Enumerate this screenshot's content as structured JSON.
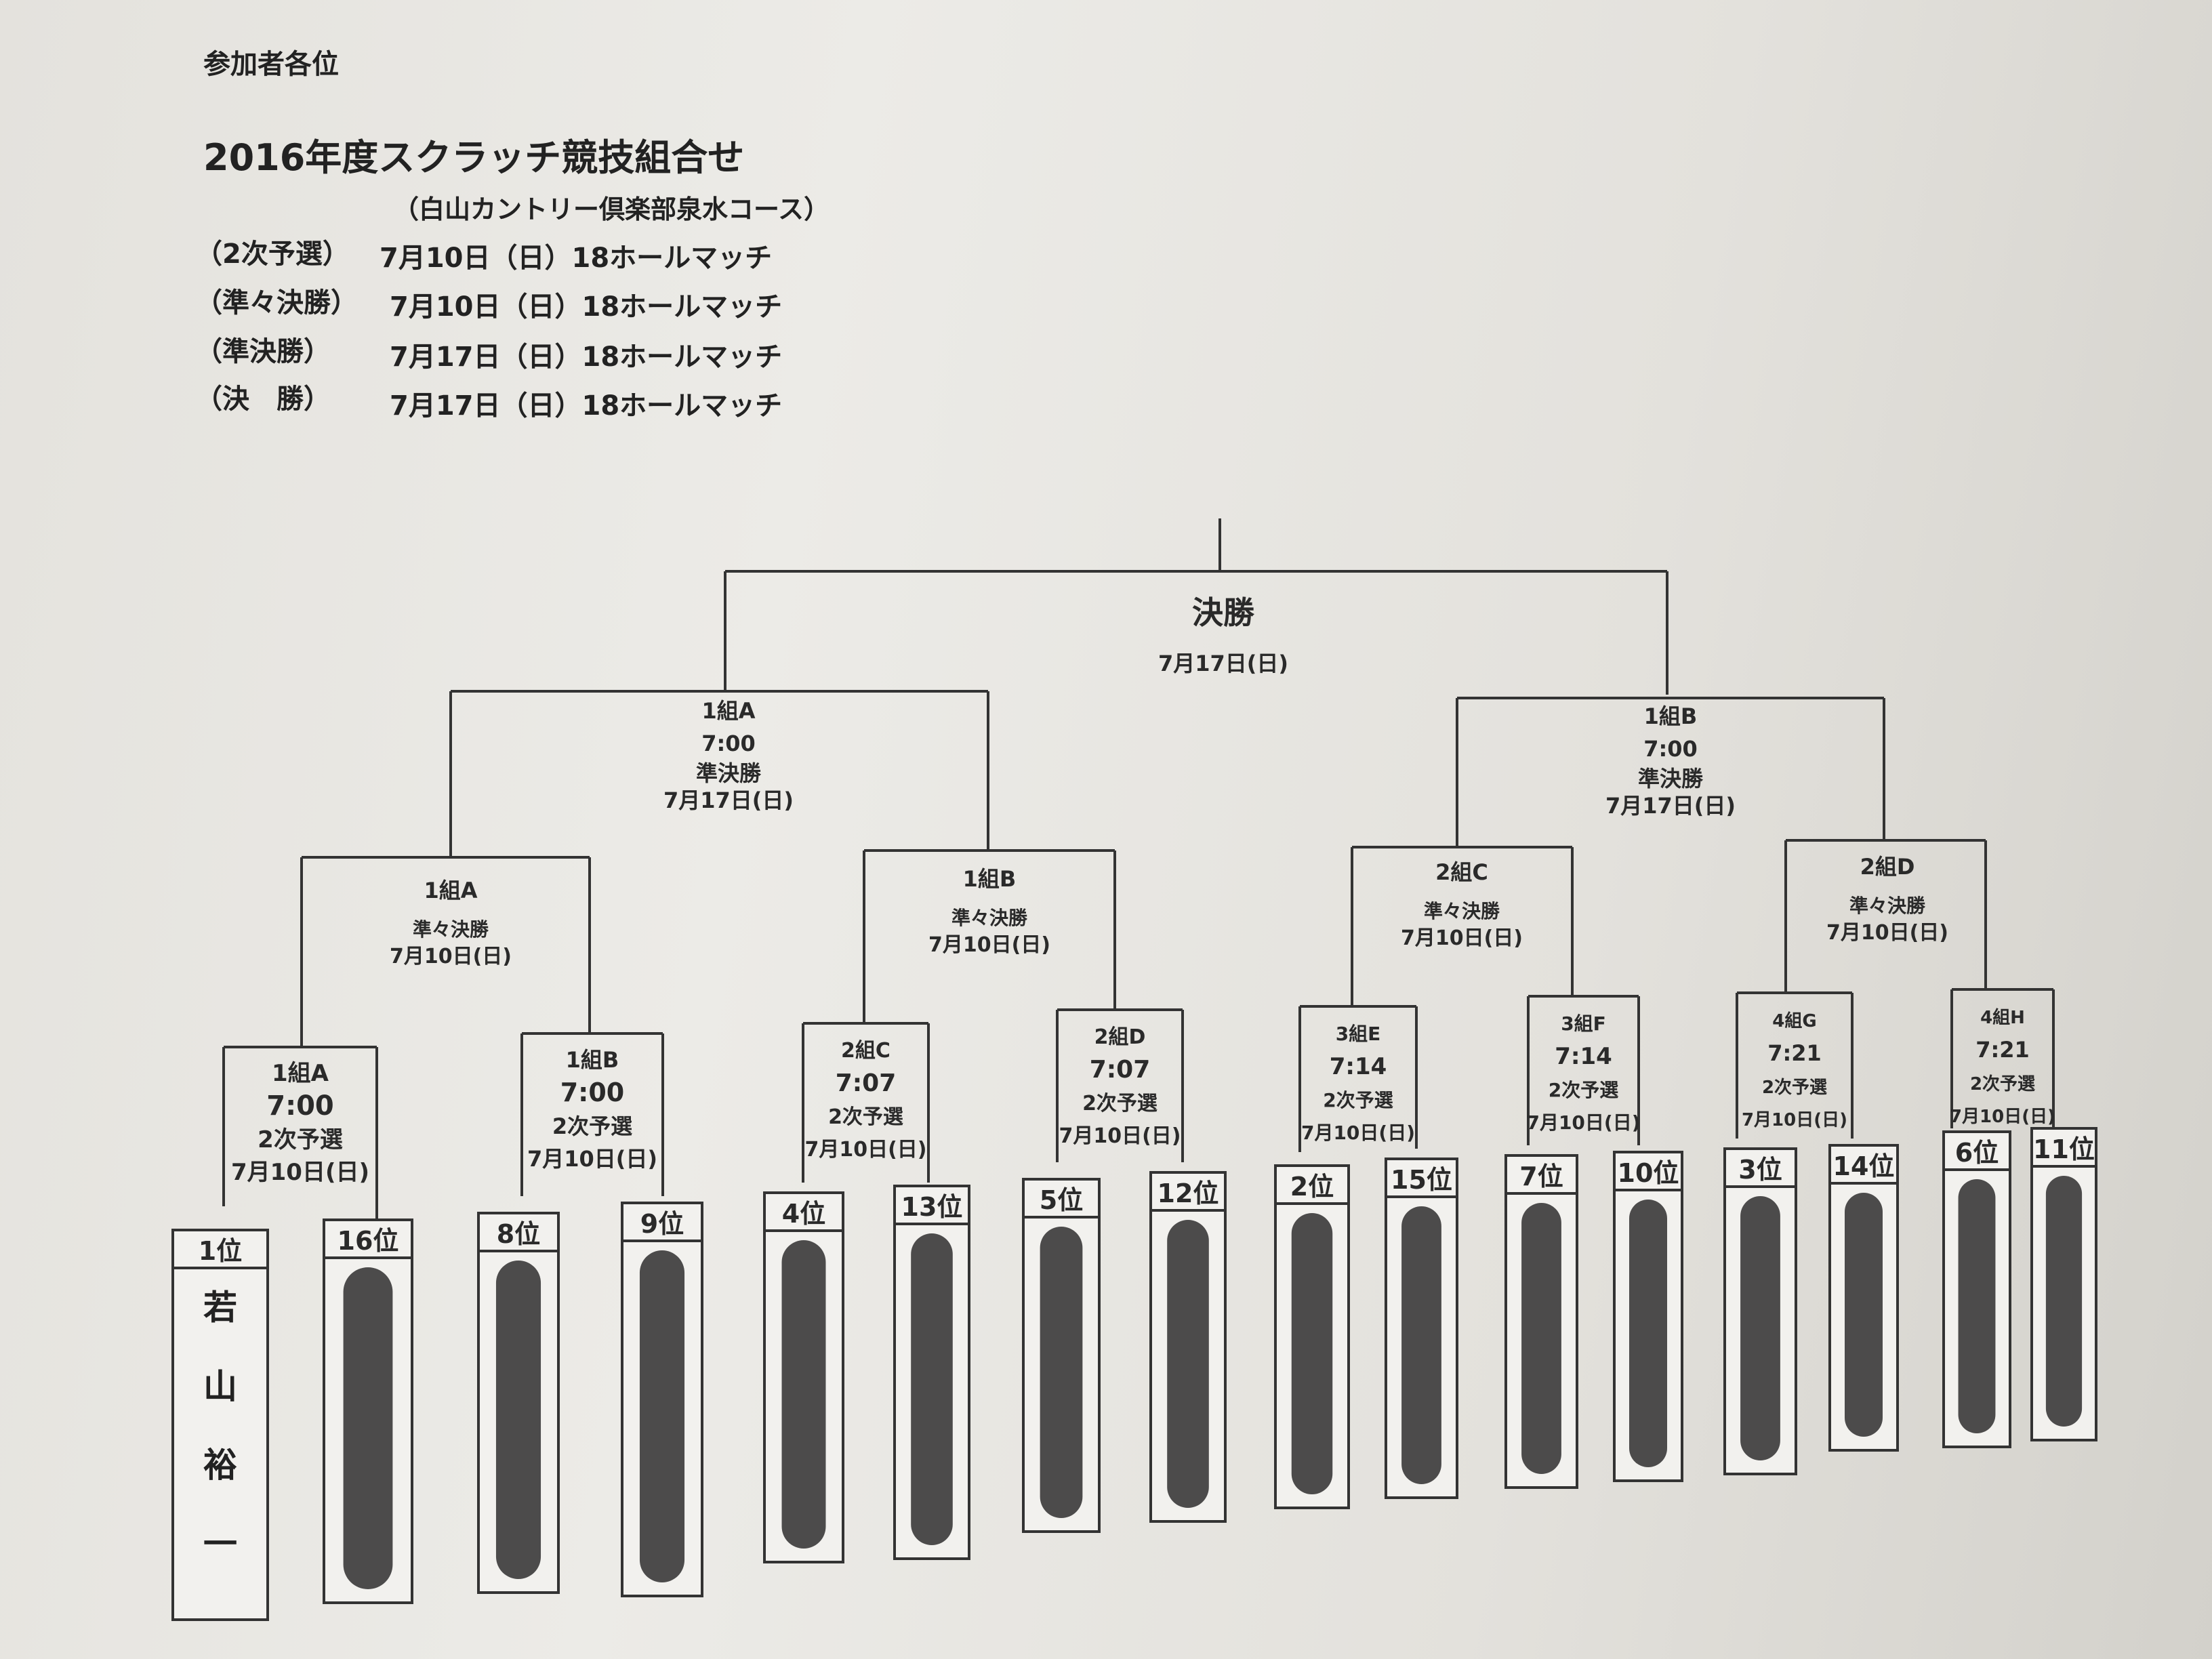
{
  "header": {
    "addressee": "参加者各位",
    "title": "2016年度スクラッチ競技組合せ",
    "venue": "（白山カントリー倶楽部泉水コース）",
    "schedule": [
      {
        "round": "（2次予選）",
        "when": "7月10日（日）18ホールマッチ"
      },
      {
        "round": "（準々決勝）",
        "when": "7月10日（日）18ホールマッチ"
      },
      {
        "round": "（準決勝）",
        "when": "7月17日（日）18ホールマッチ"
      },
      {
        "round": "（決　勝）",
        "when": "7月17日（日）18ホールマッチ"
      }
    ]
  },
  "final": {
    "label": "決勝",
    "date": "7月17日(日)"
  },
  "semifinals": [
    {
      "group": "1組A",
      "time": "7:00",
      "round": "準決勝",
      "date": "7月17日(日)"
    },
    {
      "group": "1組B",
      "time": "7:00",
      "round": "準決勝",
      "date": "7月17日(日)"
    }
  ],
  "quarterfinals": [
    {
      "group": "1組A",
      "round": "準々決勝",
      "date": "7月10日(日)"
    },
    {
      "group": "1組B",
      "round": "準々決勝",
      "date": "7月10日(日)"
    },
    {
      "group": "2組C",
      "round": "準々決勝",
      "date": "7月10日(日)"
    },
    {
      "group": "2組D",
      "round": "準々決勝",
      "date": "7月10日(日)"
    }
  ],
  "second_round": [
    {
      "group": "1組A",
      "time": "7:00",
      "round": "2次予選",
      "date": "7月10日(日)"
    },
    {
      "group": "1組B",
      "time": "7:00",
      "round": "2次予選",
      "date": "7月10日(日)"
    },
    {
      "group": "2組C",
      "time": "7:07",
      "round": "2次予選",
      "date": "7月10日(日)"
    },
    {
      "group": "2組D",
      "time": "7:07",
      "round": "2次予選",
      "date": "7月10日(日)"
    },
    {
      "group": "3組E",
      "time": "7:14",
      "round": "2次予選",
      "date": "7月10日(日)"
    },
    {
      "group": "3組F",
      "time": "7:14",
      "round": "2次予選",
      "date": "7月10日(日)"
    },
    {
      "group": "4組G",
      "time": "7:21",
      "round": "2次予選",
      "date": "7月10日(日)"
    },
    {
      "group": "4組H",
      "time": "7:21",
      "round": "2次予選",
      "date": "7月10日(日)"
    }
  ],
  "players": [
    {
      "rank": "1位",
      "name": [
        "若",
        "山",
        "裕",
        "一"
      ],
      "redacted": false
    },
    {
      "rank": "16位",
      "name": [],
      "redacted": true
    },
    {
      "rank": "8位",
      "name": [],
      "redacted": true
    },
    {
      "rank": "9位",
      "name": [],
      "redacted": true
    },
    {
      "rank": "4位",
      "name": [],
      "redacted": true
    },
    {
      "rank": "13位",
      "name": [],
      "redacted": true
    },
    {
      "rank": "5位",
      "name": [],
      "redacted": true
    },
    {
      "rank": "12位",
      "name": [],
      "redacted": true
    },
    {
      "rank": "2位",
      "name": [],
      "redacted": true
    },
    {
      "rank": "15位",
      "name": [],
      "redacted": true
    },
    {
      "rank": "7位",
      "name": [],
      "redacted": true
    },
    {
      "rank": "10位",
      "name": [],
      "redacted": true
    },
    {
      "rank": "3位",
      "name": [],
      "redacted": true
    },
    {
      "rank": "14位",
      "name": [],
      "redacted": true
    },
    {
      "rank": "6位",
      "name": [],
      "redacted": true
    },
    {
      "rank": "11位",
      "name": [],
      "redacted": true
    }
  ]
}
